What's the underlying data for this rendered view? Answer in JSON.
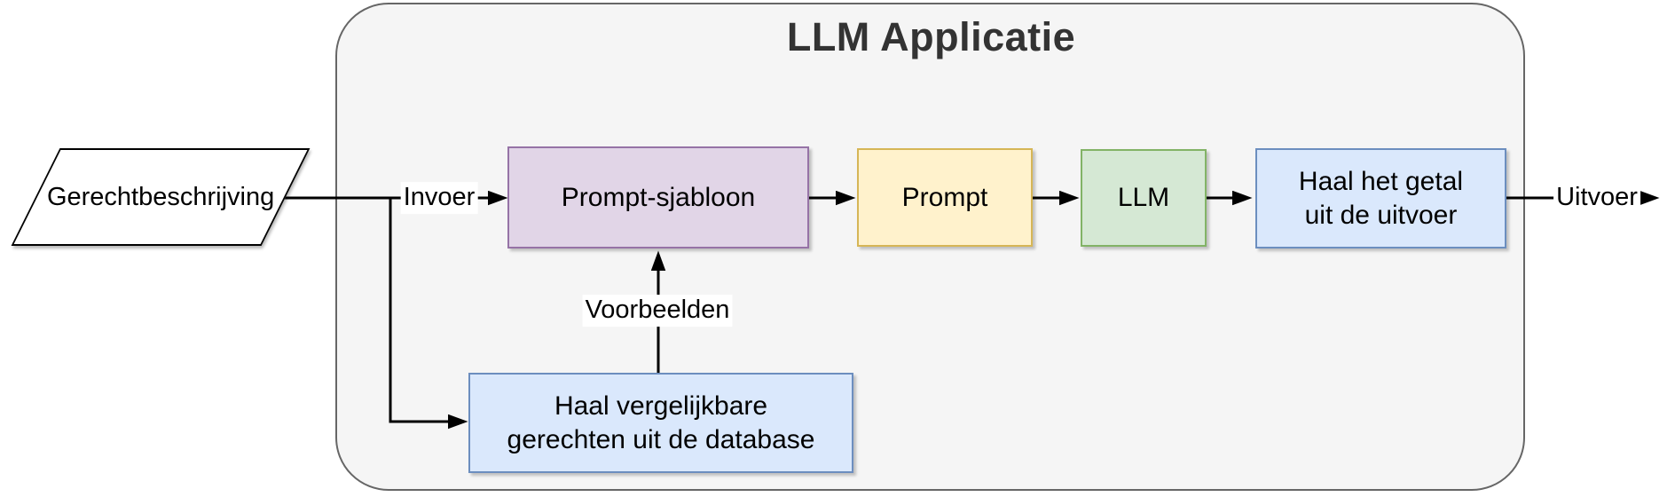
{
  "title": "LLM Applicatie",
  "nodes": {
    "input": "Gerechtbeschrijving",
    "prompt_template": "Prompt-sjabloon",
    "prompt": "Prompt",
    "llm": "LLM",
    "extract_output": "Haal het getal\nuit de uitvoer",
    "retrieve_dishes": "Haal vergelijkbare\ngerechten uit de database"
  },
  "edge_labels": {
    "input": "Invoer",
    "examples": "Voorbeelden",
    "output": "Uitvoer"
  },
  "colors": {
    "container_fill": "#f5f5f5",
    "container_border": "#666666",
    "purple_fill": "#e1d5e7",
    "purple_border": "#9673a6",
    "yellow_fill": "#fff2cc",
    "yellow_border": "#d6b656",
    "green_fill": "#d5e8d4",
    "green_border": "#82b366",
    "blue_fill": "#dae8fc",
    "blue_border": "#6c8ebf",
    "input_fill": "#ffffff",
    "edge_color": "#000000",
    "title_color": "#333333"
  }
}
